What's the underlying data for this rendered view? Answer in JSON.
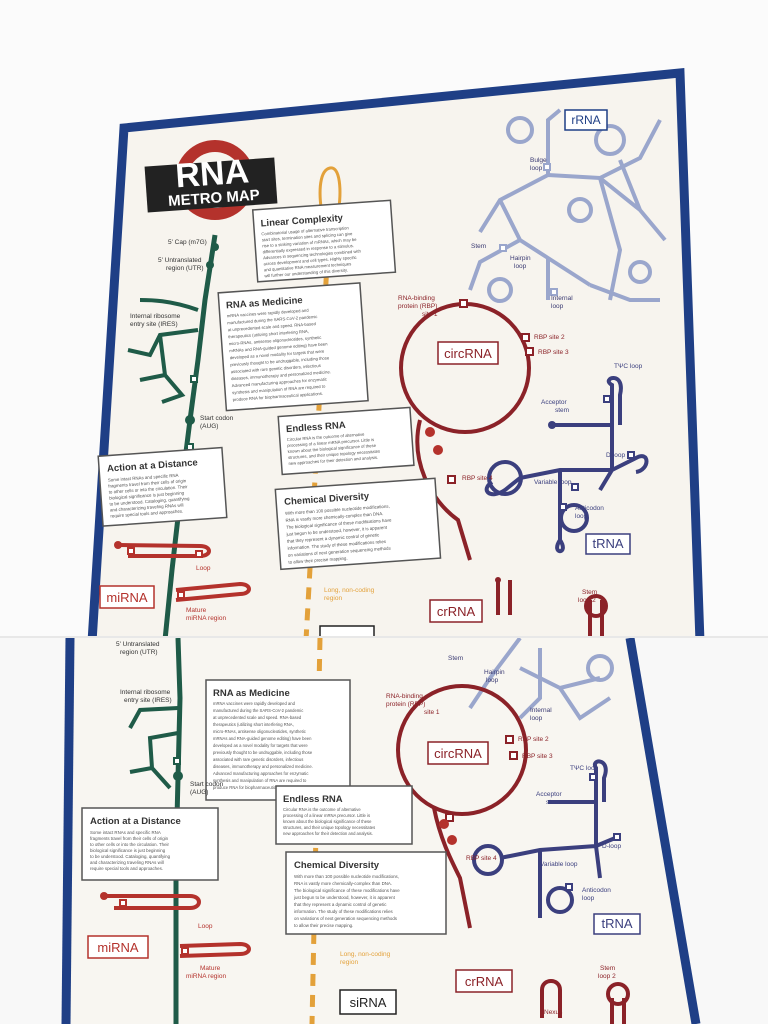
{
  "poster": {
    "title": "RNA",
    "subtitle": "METRO MAP"
  },
  "boxes": {
    "linear_complexity": {
      "title": "Linear Complexity",
      "body": [
        "Combinatorial usage of alternative transcription",
        "start sites, termination sites and splicing can give",
        "rise to a striking variation of mRNAs, which may be",
        "differentially expressed in response to a stimulus.",
        "Advances in sequencing technologies combined with",
        "across development and cell types. Highly specific",
        "and quantitative RNA measurement techniques",
        "will further our understanding of this diversity."
      ]
    },
    "rna_medicine": {
      "title": "RNA as Medicine",
      "body": [
        "mRNA vaccines were rapidly developed and",
        "manufactured during the SARS-CoV-2 pandemic",
        "at unprecedented scale and speed. RNA-based",
        "therapeutics (utilizing short interfering RNA,",
        "micro-RNAs, antisense oligonucleotides, synthetic",
        "mRNAs and RNA-guided genome editing) have been",
        "developed as a novel modality for targets that were",
        "previously thought to be undruggable, including those",
        "associated with rare genetic disorders, infectious",
        "diseases, immunotherapy and personalized medicine.",
        "Advanced manufacturing approaches for enzymatic",
        "synthesis and manipulation of RNA are required to",
        "produce RNA for biopharmaceutical applications."
      ]
    },
    "endless_rna": {
      "title": "Endless RNA",
      "body": [
        "Circular RNA is the outcome of alternative",
        "processing of a linear mRNA precursor. Little is",
        "known about the biological significance of these",
        "structures, and their unique topology necessitates",
        "new approaches for their detection and analysis."
      ]
    },
    "action_distance": {
      "title": "Action at a Distance",
      "body": [
        "Some intact RNAs and specific RNA",
        "fragments travel from their cells of origin",
        "to other cells or into the circulation. Their",
        "biological significance is just beginning",
        "to be understood. Cataloging, quantifying",
        "and characterizing traveling RNAs will",
        "require special tools and approaches."
      ]
    },
    "chemical_diversity": {
      "title": "Chemical Diversity",
      "body": [
        "With more than 100 possible nucleotide modifications,",
        "RNA is vastly more chemically-complex than DNA.",
        "The biological significance of these modifications have",
        "just begun to be understood, however, it is apparent",
        "that they represent a dynamic control of genetic",
        "information. The study of these modifications relies",
        "on variations of next generation sequencing methods",
        "to allow their precise mapping."
      ]
    }
  },
  "labels": {
    "cap": "5' Cap (m7G)",
    "utr": "5' Untranslated region (UTR)",
    "utr_line1": "5' Untranslated",
    "utr_line2": "region (UTR)",
    "ires_line1": "Internal ribosome",
    "ires_line2": "entry site (IRES)",
    "start_line1": "Start codon",
    "start_line2": "(AUG)",
    "loop": "Loop",
    "mature_line1": "Mature",
    "mature_line2": "miRNA region",
    "long_line1": "Long, non-coding",
    "long_line2": "region",
    "rbp_line1": "RNA-binding",
    "rbp_line2": "protein (RBP)",
    "rbp_line3": "site 1",
    "rbp2": "RBP site 2",
    "rbp3": "RBP site 3",
    "rbp4": "RBP site 4",
    "bulge_line1": "Bulge",
    "bulge_line2": "loop",
    "stem": "Stem",
    "hairpin_line1": "Hairpin",
    "hairpin_line2": "loop",
    "internal_line1": "Internal",
    "internal_line2": "loop",
    "tpsic": "TΨC loop",
    "acceptor_line1": "Acceptor",
    "acceptor_line2": "stem",
    "dloop": "D-loop",
    "variable": "Variable loop",
    "anticodon_line1": "Anticodon",
    "anticodon_line2": "loop",
    "stem2_line1": "Stem",
    "stem2_line2": "loop 2",
    "nexus": "Nexus"
  },
  "stations": {
    "rrna": "rRNA",
    "circrna": "circRNA",
    "trna": "tRNA",
    "mirna": "miRNA",
    "crrna": "crRNA",
    "sirna": "siRNA"
  },
  "colors": {
    "navy": "#1f3f86",
    "green": "#1f5b48",
    "red": "#b4322c",
    "dark_red": "#8b2228",
    "orange": "#e3a13a",
    "purple": "#3a3a72",
    "trna_blue": "#3b3f7e",
    "light_blue": "#9aa6cc",
    "logo_dark": "#2a2a2a"
  },
  "icons": [
    "metro-roundel-icon"
  ]
}
